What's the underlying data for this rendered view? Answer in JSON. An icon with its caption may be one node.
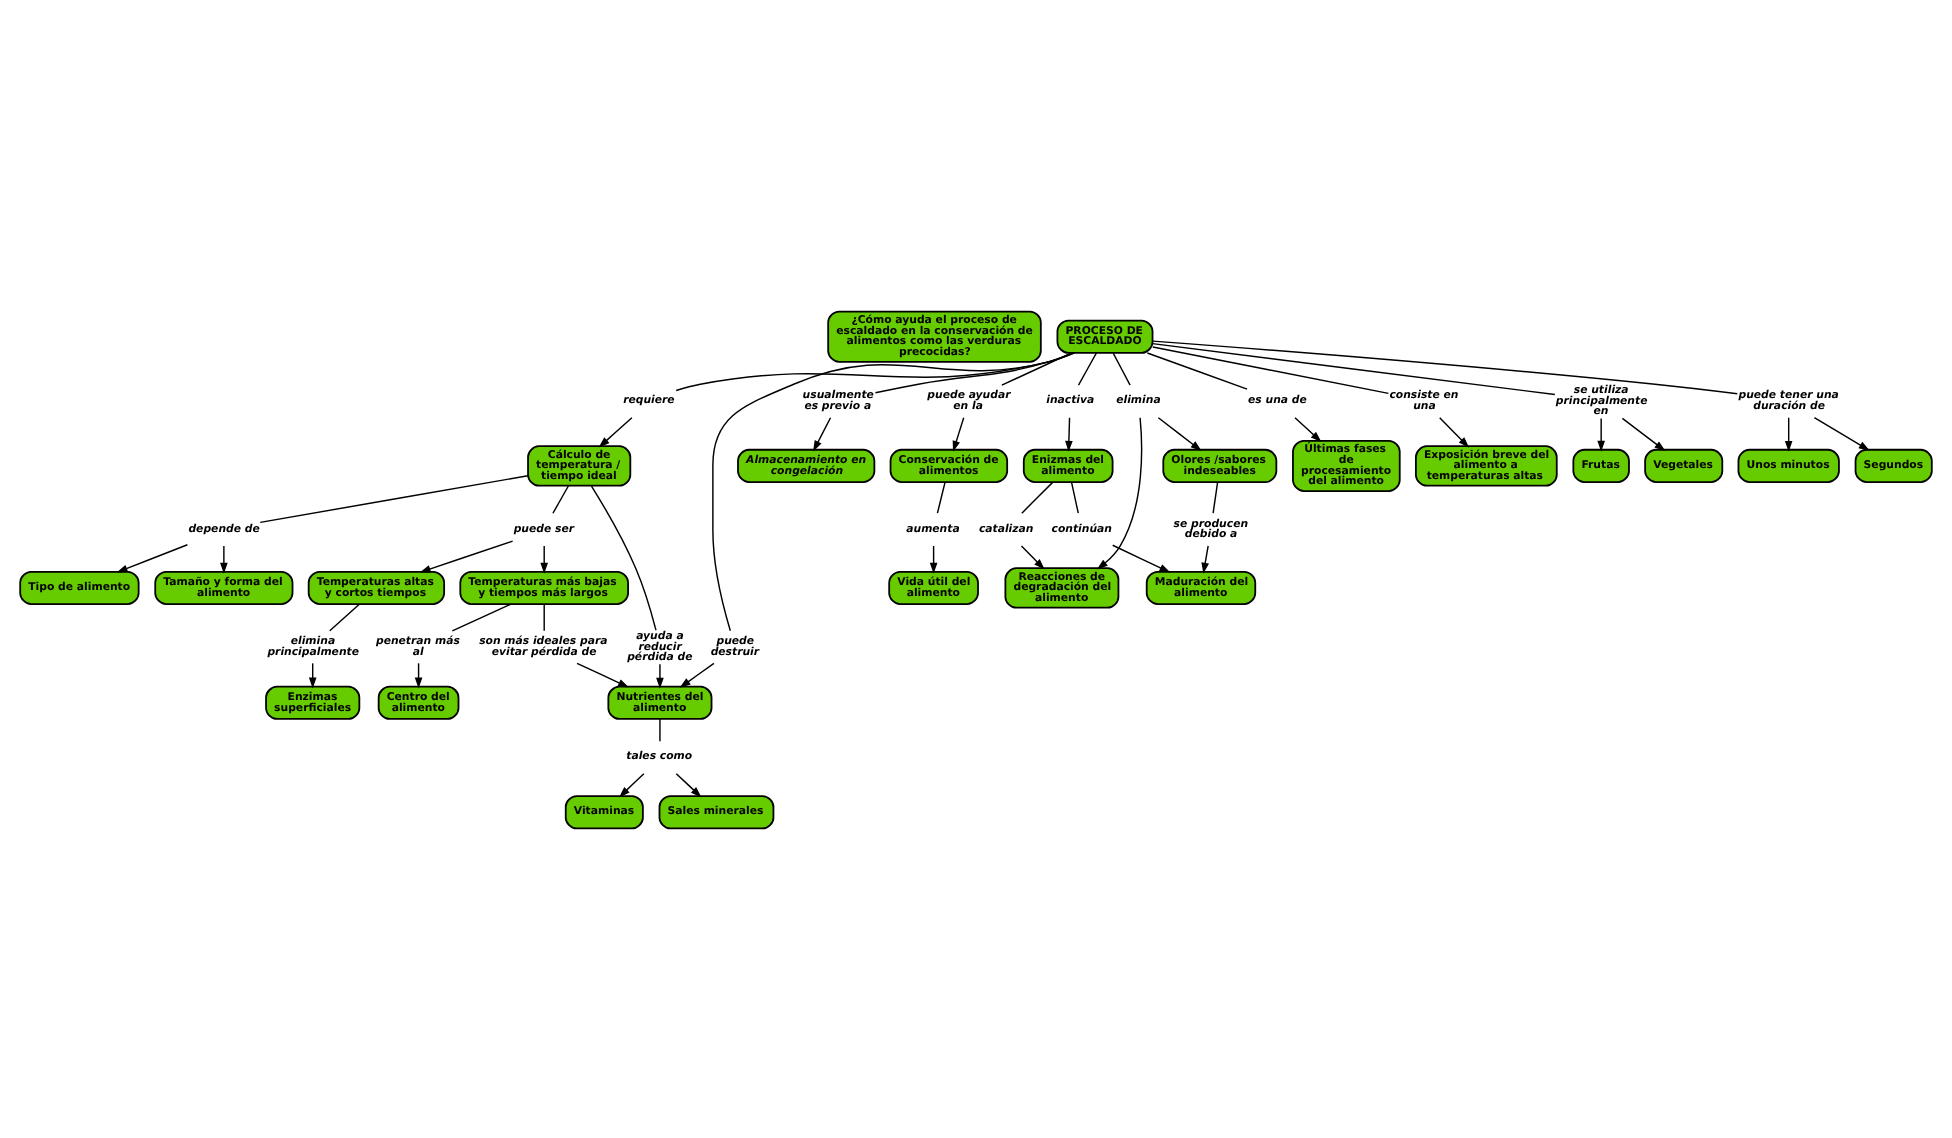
{
  "diagram": {
    "nodes": [
      {
        "text": [
          "¿Cómo ayuda el proceso de escaldado en la conservación de alimentos como las verduras precocidas?"
        ]
      },
      {
        "text": [
          "Tamaño y forma del alimento"
        ]
      },
      {
        "text": [
          "Tipo de alimento"
        ]
      },
      {
        "text": [
          "elimina principalmente"
        ]
      },
      {
        "text": [
          "Enzimas superficiales"
        ]
      },
      {
        "text": [
          "depende de"
        ]
      },
      {
        "text": [
          "Temperaturas altas y cortos tiempos"
        ]
      },
      {
        "text": [
          "Vida útil del alimento"
        ]
      },
      {
        "text": [
          "Almacenamiento en congelación"
        ]
      },
      {
        "text": [
          "Conservación de alimentos"
        ]
      },
      {
        "text": [
          "Cálculo de temperatura / tiempo ideal"
        ]
      },
      {
        "text": [
          "puede ser"
        ]
      },
      {
        "text": [
          "penetran más al"
        ]
      },
      {
        "text": [
          "Temperaturas más bajas y tiempos más largos"
        ]
      },
      {
        "text": [
          "usualmente es previo a"
        ]
      },
      {
        "text": [
          "aumenta"
        ]
      },
      {
        "text": [
          "Centro del alimento"
        ]
      },
      {
        "text": [
          "continúan"
        ]
      },
      {
        "text": [
          "Enizmas del alimento"
        ]
      },
      {
        "text": [
          "puede ayudar en la"
        ]
      },
      {
        "text": [
          "requiere"
        ]
      },
      {
        "text": [
          "ayuda a reducir pérdida de"
        ]
      },
      {
        "text": [
          "son más ideales para evitar pérdida de"
        ]
      },
      {
        "text": [
          "Vitaminas"
        ]
      },
      {
        "text": [
          "Maduración del alimento"
        ]
      },
      {
        "text": [
          "catalizan"
        ]
      },
      {
        "text": [
          "inactiva"
        ]
      },
      {
        "text": [
          "PROCESO DE ESCALDADO"
        ]
      },
      {
        "text": [
          "puede destruir"
        ]
      },
      {
        "text": [
          "Nutrientes del alimento"
        ]
      },
      {
        "text": [
          "tales como"
        ]
      },
      {
        "text": [
          "Reacciones de degradación del alimento"
        ]
      },
      {
        "text": [
          "elimina"
        ]
      },
      {
        "text": [
          "Sales minerales"
        ]
      },
      {
        "text": [
          "es una de"
        ]
      },
      {
        "text": [
          "se producen debido a"
        ]
      },
      {
        "text": [
          "consiste en una"
        ]
      },
      {
        "text": [
          "se utiliza principalmente en"
        ]
      },
      {
        "text": [
          "puede tener una duración de"
        ]
      },
      {
        "text": [
          "Olores /sabores indeseables"
        ]
      },
      {
        "text": [
          "Últimas fases de procesamiento del alimento"
        ]
      },
      {
        "text": [
          "Exposición breve del alimento a temperaturas altas"
        ]
      },
      {
        "text": [
          "Segundos"
        ]
      },
      {
        "text": [
          "Unos minutos"
        ]
      },
      {
        "text": [
          "Vegetales"
        ]
      },
      {
        "text": [
          "Frutas"
        ]
      }
    ],
    "edges": [
      {
        "from": 27,
        "to": 14,
        "arrow": "none"
      },
      {
        "from": 14,
        "to": 8,
        "arrow": "to"
      },
      {
        "from": 27,
        "to": 19,
        "arrow": "none"
      },
      {
        "from": 19,
        "to": 9,
        "arrow": "to"
      },
      {
        "from": 27,
        "to": 26,
        "arrow": "none"
      },
      {
        "from": 26,
        "to": 18,
        "arrow": "to"
      },
      {
        "from": 27,
        "to": 20,
        "arrow": "none"
      },
      {
        "from": 20,
        "to": 10,
        "arrow": "to"
      },
      {
        "from": 10,
        "to": 5,
        "arrow": "none"
      },
      {
        "from": 5,
        "to": 1,
        "arrow": "to"
      },
      {
        "from": 5,
        "to": 2,
        "arrow": "to"
      },
      {
        "from": 10,
        "to": 11,
        "arrow": "none"
      },
      {
        "from": 11,
        "to": 6,
        "arrow": "to"
      },
      {
        "from": 11,
        "to": 13,
        "arrow": "to"
      },
      {
        "from": 6,
        "to": 3,
        "arrow": "none"
      },
      {
        "from": 3,
        "to": 4,
        "arrow": "to"
      },
      {
        "from": 13,
        "to": 12,
        "arrow": "none"
      },
      {
        "from": 12,
        "to": 16,
        "arrow": "to"
      },
      {
        "from": 10,
        "to": 21,
        "arrow": "none"
      },
      {
        "from": 21,
        "to": 29,
        "arrow": "to"
      },
      {
        "from": 13,
        "to": 22,
        "arrow": "none"
      },
      {
        "from": 22,
        "to": 29,
        "arrow": "to"
      },
      {
        "from": 27,
        "to": 28,
        "arrow": "none"
      },
      {
        "from": 28,
        "to": 29,
        "arrow": "to"
      },
      {
        "from": 29,
        "to": 30,
        "arrow": "none"
      },
      {
        "from": 30,
        "to": 23,
        "arrow": "to"
      },
      {
        "from": 30,
        "to": 33,
        "arrow": "to"
      },
      {
        "from": 9,
        "to": 15,
        "arrow": "none"
      },
      {
        "from": 15,
        "to": 7,
        "arrow": "to"
      },
      {
        "from": 18,
        "to": 17,
        "arrow": "none"
      },
      {
        "from": 17,
        "to": 24,
        "arrow": "to"
      },
      {
        "from": 18,
        "to": 25,
        "arrow": "none"
      },
      {
        "from": 25,
        "to": 31,
        "arrow": "to"
      },
      {
        "from": 27,
        "to": 32,
        "arrow": "none"
      },
      {
        "from": 32,
        "to": 31,
        "arrow": "to"
      },
      {
        "from": 32,
        "to": 39,
        "arrow": "to"
      },
      {
        "from": 39,
        "to": 35,
        "arrow": "none"
      },
      {
        "from": 35,
        "to": 24,
        "arrow": "to"
      },
      {
        "from": 27,
        "to": 36,
        "arrow": "none"
      },
      {
        "from": 36,
        "to": 41,
        "arrow": "to"
      },
      {
        "from": 27,
        "to": 37,
        "arrow": "none"
      },
      {
        "from": 37,
        "to": 44,
        "arrow": "to"
      },
      {
        "from": 37,
        "to": 45,
        "arrow": "to"
      },
      {
        "from": 27,
        "to": 38,
        "arrow": "none"
      },
      {
        "from": 38,
        "to": 42,
        "arrow": "to"
      },
      {
        "from": 38,
        "to": 43,
        "arrow": "to"
      },
      {
        "from": 27,
        "to": 34,
        "arrow": "none"
      },
      {
        "from": 34,
        "to": 40,
        "arrow": "to"
      }
    ]
  }
}
